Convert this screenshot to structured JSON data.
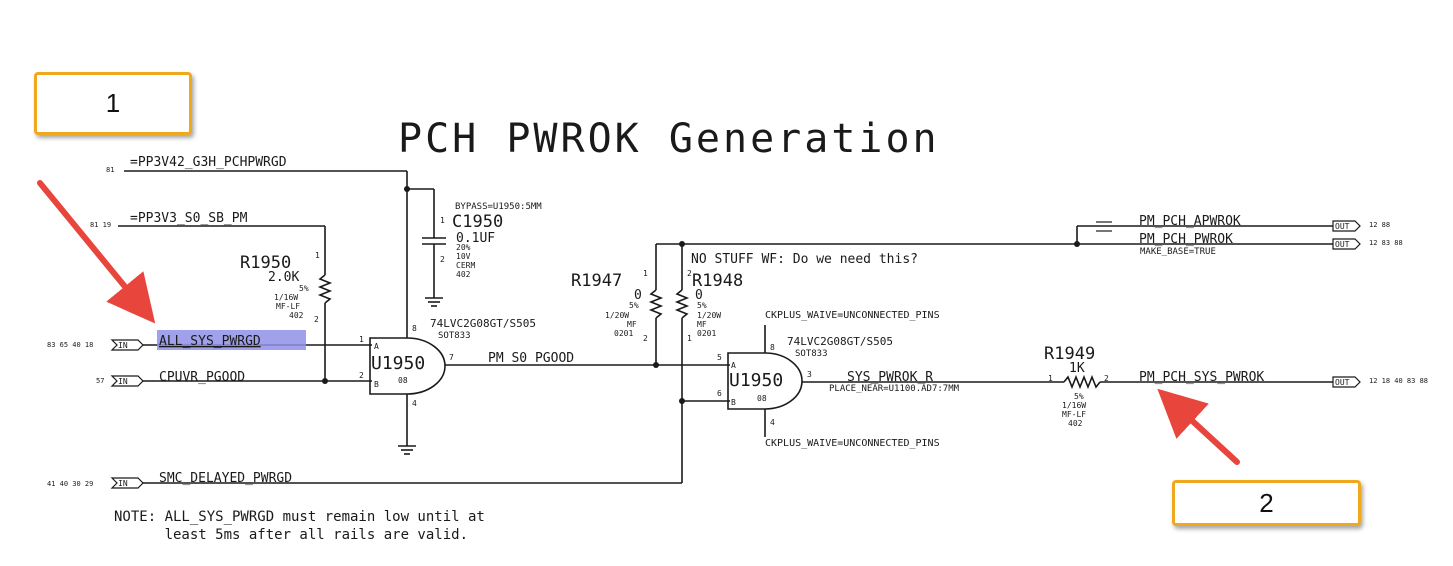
{
  "title": "PCH PWROK Generation",
  "callouts": {
    "one": "1",
    "two": "2"
  },
  "colors": {
    "callout_border": "#f0a91e",
    "arrow": "#e8453c",
    "highlight": "#8f8fe8",
    "wire": "#1a1a1a"
  },
  "nets": {
    "pp3v42": "=PP3V42_G3H_PCHPWRGD",
    "pp3v42_ref": "81",
    "pp3v3": "=PP3V3_S0_SB_PM",
    "pp3v3_ref": "81 19",
    "all_sys": "ALL_SYS_PWRGD",
    "all_sys_ref": "83 65 40 18",
    "cpuvr": "CPUVR_PGOOD",
    "cpuvr_ref": "57",
    "smc": "SMC_DELAYED_PWRGD",
    "smc_ref": "41 40 30 29",
    "pm_s0": "PM_S0_PGOOD",
    "sys_pwrok_r": "SYS_PWROK_R",
    "place_near": "PLACE_NEAR=U1100.AD7:7MM",
    "apwrok": "PM_PCH_APWROK",
    "apwrok_ref": "12 88",
    "pwrok": "PM_PCH_PWROK",
    "pwrok_ref": "12 83 88",
    "make_base": "MAKE_BASE=TRUE",
    "sys_pwrok": "PM_PCH_SYS_PWROK",
    "sys_pwrok_ref": "12 18 40 83 88",
    "port_in": "IN",
    "port_out": "OUT"
  },
  "components": {
    "c1950": {
      "bypass": "BYPASS=U1950:5MM",
      "pin1": "1",
      "pin2": "2",
      "ref": "C1950",
      "value": "0.1UF",
      "tol": "20%",
      "volt": "10V",
      "type": "CERM",
      "size": "402"
    },
    "r1950": {
      "ref": "R1950",
      "pin1": "1",
      "pin2": "2",
      "value": "2.0K",
      "tol": "5%",
      "power": "1/16W",
      "type": "MF-LF",
      "size": "402"
    },
    "r1947": {
      "ref": "R1947",
      "pin1": "1",
      "pin2": "2",
      "value": "0",
      "tol": "5%",
      "power": "1/20W",
      "type": "MF",
      "size": "0201"
    },
    "r1948": {
      "ref": "R1948",
      "pin1": "2",
      "pin2": "1",
      "value": "0",
      "tol": "5%",
      "power": "1/20W",
      "type": "MF",
      "size": "0201"
    },
    "r1949": {
      "ref": "R1949",
      "pin1": "1",
      "pin2": "2",
      "value": "1K",
      "tol": "5%",
      "power": "1/16W",
      "type": "MF-LF",
      "size": "402"
    },
    "u1950a": {
      "ref": "U1950",
      "part": "74LVC2G08GT/S505",
      "pkg": "SOT833",
      "pin_a": "1",
      "pin_b": "2",
      "pin_out": "7",
      "pin_vcc": "8",
      "pin_gnd": "4",
      "label_a": "A",
      "label_b": "B",
      "unit": "08"
    },
    "u1950b": {
      "ref": "U1950",
      "part": "74LVC2G08GT/S505",
      "pkg": "SOT833",
      "pin_a": "5",
      "pin_b": "6",
      "pin_out": "3",
      "pin_vcc": "8",
      "pin_gnd": "4",
      "label_a": "A",
      "label_b": "B",
      "unit": "08",
      "waive_top": "CKPLUS_WAIVE=UNCONNECTED_PINS",
      "waive_bottom": "CKPLUS_WAIVE=UNCONNECTED_PINS"
    }
  },
  "no_stuff_note": "NO STUFF WF: Do we need this?",
  "note": {
    "line1": "NOTE: ALL_SYS_PWRGD must remain low until at",
    "line2": "      least 5ms after all rails are valid."
  }
}
